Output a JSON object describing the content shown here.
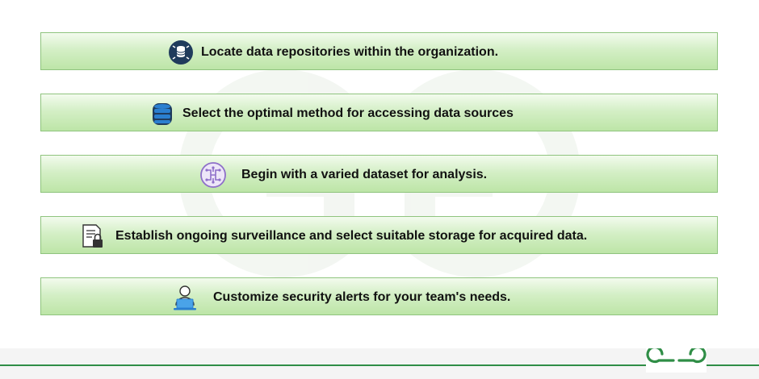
{
  "steps": [
    {
      "text": "Locate data repositories within the organization.",
      "icon": "database-search-icon"
    },
    {
      "text": "Select the optimal method for accessing data sources",
      "icon": "database-stack-icon"
    },
    {
      "text": "Begin with a varied dataset for analysis.",
      "icon": "circuit-network-icon"
    },
    {
      "text": "Establish ongoing surveillance and select suitable storage for acquired data.",
      "icon": "document-lock-icon"
    },
    {
      "text": "Customize security alerts for your team's needs.",
      "icon": "user-laptop-icon"
    }
  ],
  "colors": {
    "box_border": "#8fc47e",
    "box_top": "#f3fbee",
    "box_bottom": "#bde5a7",
    "brand_green": "#2f8d46",
    "icon_navy": "#1f3b5c",
    "icon_blue": "#2a7fd0",
    "icon_purple": "#8e6fc9"
  },
  "logo": {
    "name": "gfg-logo"
  }
}
